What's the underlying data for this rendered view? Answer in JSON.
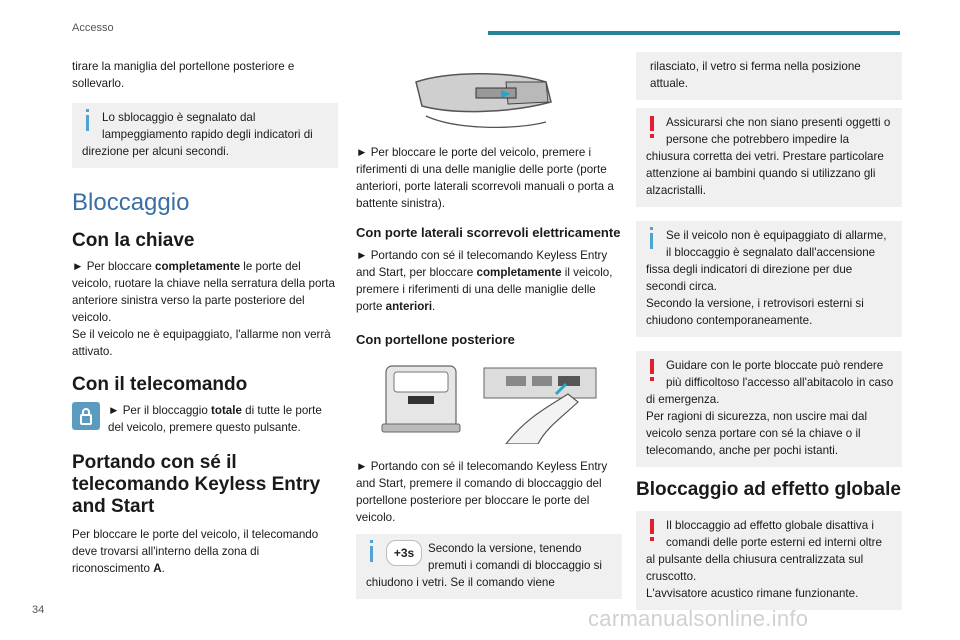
{
  "header": {
    "section": "Accesso",
    "page_number": "34"
  },
  "watermark": "carmanualsonline.info",
  "col1": {
    "intro": "tirare la maniglia del portellone posteriore e sollevarlo.",
    "info1": "Lo sblocaggio è segnalato dal lampeggiamento rapido degli indicatori di direzione per alcuni secondi.",
    "h_bloccaggio": "Bloccaggio",
    "h_chiave": "Con la chiave",
    "chiave_p1_a": "► Per bloccare ",
    "chiave_p1_b": "completamente",
    "chiave_p1_c": " le porte del veicolo, ruotare la chiave nella serratura della porta anteriore sinistra verso la parte posteriore del veicolo.",
    "chiave_p2": "Se il veicolo ne è equipaggiato, l'allarme non verrà attivato.",
    "h_telecomando": "Con il telecomando",
    "tele_a": "► Per il bloccaggio ",
    "tele_b": "totale",
    "tele_c": " di tutte le porte del veicolo, premere questo pulsante.",
    "h_keyless": "Portando con sé il telecomando Keyless Entry and Start",
    "keyless_a": "Per bloccare le porte del veicolo, il telecomando deve trovarsi all'interno della zona di riconoscimento ",
    "keyless_b": "A",
    "keyless_c": "."
  },
  "col2": {
    "p1": "► Per bloccare le porte del veicolo, premere i riferimenti di una delle maniglie delle porte (porte anteriori, porte laterali scorrevoli manuali o porta a battente sinistra).",
    "h_scorrevoli": "Con porte laterali scorrevoli elettricamente",
    "scor_a": "► Portando con sé il telecomando Keyless Entry and Start, per bloccare ",
    "scor_b": "completamente",
    "scor_c": " il veicolo, premere i riferimenti di una delle maniglie delle porte ",
    "scor_d": "anteriori",
    "scor_e": ".",
    "h_portellone": "Con portellone posteriore",
    "port_p": "► Portando con sé il telecomando Keyless Entry and Start, premere il comando di bloccaggio del portellone posteriore per bloccare le porte del veicolo.",
    "timer_label": "+3s",
    "info_box": "Secondo la versione, tenendo premuti i comandi di bloccaggio si chiudono i vetri. Se il comando viene"
  },
  "col3": {
    "info_a": "rilasciato, il vetro si ferma nella posizione attuale.",
    "warn1": "Assicurarsi che non siano presenti oggetti o persone che potrebbero impedire la chiusura corretta dei vetri. Prestare particolare attenzione ai bambini quando si utilizzano gli alzacristalli.",
    "info2_p1": "Se il veicolo non è equipaggiato di allarme, il bloccaggio è segnalato dall'accensione fissa degli indicatori di direzione per due secondi circa.",
    "info2_p2": "Secondo la versione, i retrovisori esterni si chiudono contemporaneamente.",
    "warn2_p1": "Guidare con le porte bloccate può rendere più difficoltoso l'accesso all'abitacolo in caso di emergenza.",
    "warn2_p2": "Per ragioni di sicurezza, non uscire mai dal veicolo senza portare con sé la chiave o il telecomando, anche per pochi istanti.",
    "h_globale": "Bloccaggio ad effetto globale",
    "warn3_p1": "Il bloccaggio ad effetto globale disattiva i comandi delle porte esterni ed interni oltre al pulsante della chiusura centralizzata sul cruscotto.",
    "warn3_p2": "L'avvisatore acustico rimane funzionante."
  }
}
